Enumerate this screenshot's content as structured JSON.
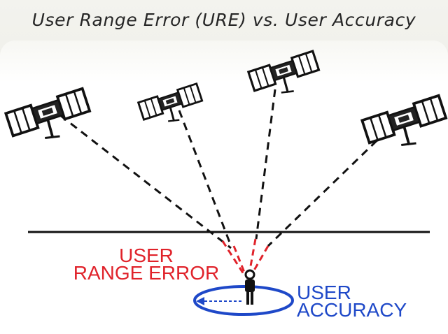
{
  "title": "User Range Error (URE) vs. User Accuracy",
  "labels": {
    "range_error_line1": "USER",
    "range_error_line2": "RANGE ERROR",
    "accuracy_line1": "USER",
    "accuracy_line2": "ACCURACY"
  },
  "colors": {
    "range_error": "#e0222a",
    "accuracy": "#1e48c8",
    "ink": "#111111"
  },
  "icons": {
    "satellite": "satellite-icon",
    "receiver": "person-icon"
  }
}
